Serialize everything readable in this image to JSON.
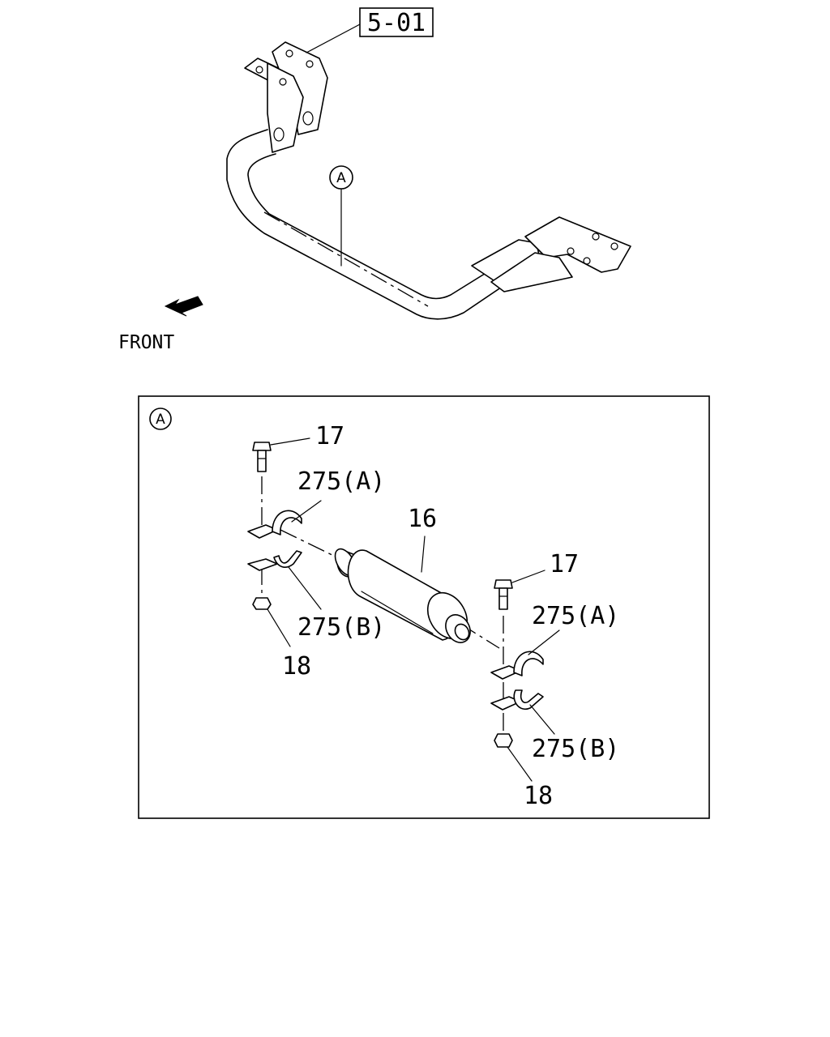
{
  "reference_box": {
    "label": "5-01"
  },
  "direction": {
    "label": "FRONT"
  },
  "detail_ref": {
    "letter": "A"
  },
  "detail": {
    "letter": "A",
    "callouts": {
      "bolt_left": "17",
      "bracket_a_left": "275(A)",
      "bracket_b_left": "275(B)",
      "nut_left": "18",
      "bushing": "16",
      "bolt_right": "17",
      "bracket_a_right": "275(A)",
      "bracket_b_right": "275(B)",
      "nut_right": "18"
    }
  }
}
